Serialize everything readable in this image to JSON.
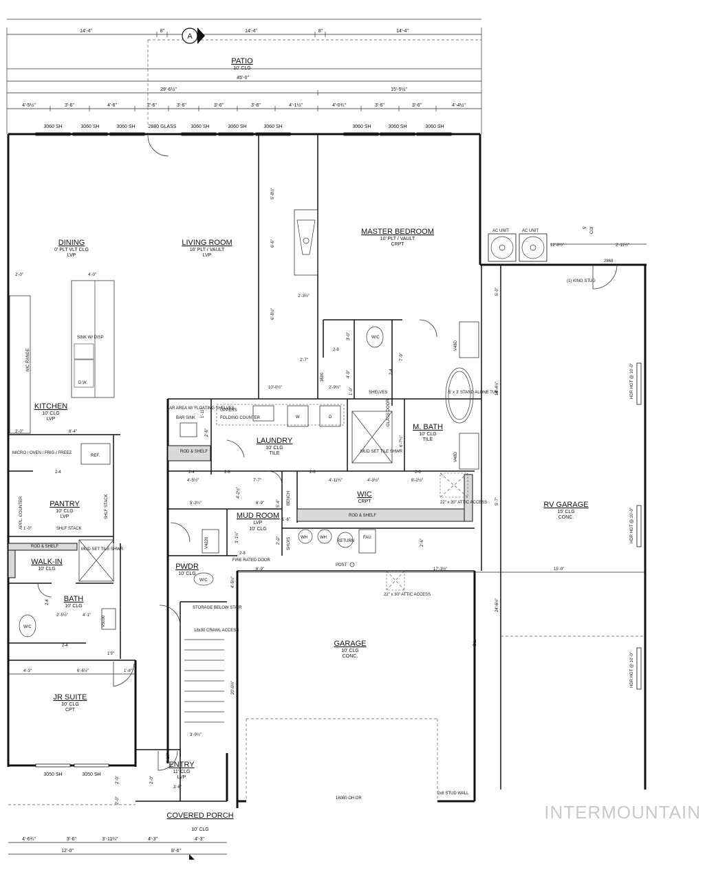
{
  "watermark": "INTERMOUNTAIN",
  "rooms": {
    "patio": {
      "name": "PATIO",
      "l1": "10' CLG"
    },
    "dining": {
      "name": "DINING",
      "l1": "0' PLT VLT CLG",
      "l2": "LVP"
    },
    "living": {
      "name": "LIVING ROOM",
      "l1": "10' PLT / VAULT",
      "l2": "LVP"
    },
    "master": {
      "name": "MASTER BEDROOM",
      "l1": "10' PLT / VAULT",
      "l2": "CRPT"
    },
    "kitchen": {
      "name": "KITCHEN",
      "l1": "10' CLG",
      "l2": "LVP"
    },
    "laundry": {
      "name": "LAUNDRY",
      "l1": "10' CLG",
      "l2": "TILE"
    },
    "mbath": {
      "name": "M. BATH",
      "l1": "10' CLG",
      "l2": "TILE"
    },
    "pantry": {
      "name": "PANTRY",
      "l1": "10' CLG",
      "l2": "LVP"
    },
    "wic": {
      "name": "WIC",
      "l1": "CRPT"
    },
    "mudroom": {
      "name": "MUD ROOM",
      "l1": "10' CLG",
      "l2": "LVP"
    },
    "rvgarage": {
      "name": "RV GARAGE",
      "l1": "15' CLG",
      "l2": "CONC."
    },
    "walkin": {
      "name": "WALK-IN",
      "l1": "10' CLG"
    },
    "pwdr": {
      "name": "PWDR",
      "l1": "10' CLG"
    },
    "bath": {
      "name": "BATH",
      "l1": "10' CLG"
    },
    "garage": {
      "name": "GARAGE",
      "l1": "10' CLG",
      "l2": "CONC."
    },
    "jrsuite": {
      "name": "JR SUITE",
      "l1": "10' CLG",
      "l2": "CPT"
    },
    "entry": {
      "name": "ENTRY",
      "l1": "11' CLG",
      "l2": "LVP"
    },
    "porch": {
      "name": "COVERED PORCH",
      "l1": "10' CLG"
    }
  },
  "top_dims": {
    "row1": [
      "14'-4\"",
      "8\"",
      "14'-4\"",
      "8\"",
      "14'-4\""
    ],
    "overall": "45'-0\"",
    "row2": [
      "29'-6½\"",
      "15'-5½\""
    ],
    "row3": [
      "4'-5½\"",
      "3'-6\"",
      "4'-6\"",
      "2'-6\"",
      "3'-6\"",
      "3'-6\"",
      "3'-6\"",
      "4'-1½\"",
      "4'-0¾\"",
      "3'-6\"",
      "3'-6\"",
      "4'-4½\""
    ]
  },
  "windows_top": [
    "3060 SH",
    "3060 SH",
    "3060 SH",
    "2880 GLASS",
    "3060 SH",
    "3060 SH",
    "3060 SH",
    "3060 SH",
    "3060 SH",
    "3060 SH"
  ],
  "windows_bottom": [
    "3050 SH",
    "3050 SH"
  ],
  "section_marker": "A",
  "labels": {
    "ac1": "AC UNIT",
    "ac2": "AC UNIT",
    "ac_dim": "12'-0½\"",
    "dim_2_11": "2'-11½\"",
    "door2868": "2868",
    "king_stud": "(1) KING STUD",
    "coi": "COI",
    "five": "5'",
    "range": "NIC RANGE",
    "sink_disp": "SINK W/ DISP",
    "dw": "D.W.",
    "island_w": "4'-0\"",
    "dim_2_0": "2'-0\"",
    "dim_8_4": "8'-4\"",
    "dim_2_0b": "2'-0\"",
    "micro": "MICRO / OVEN / FRIG / FREEZ",
    "ref": "REF.",
    "dim_2_4": "2-4",
    "appl": "APPL. COUNTER",
    "shlf_stack": "SHLF STACK",
    "shlf_stack2": "SHLF STACK",
    "dim_1_0": "1'-0\"",
    "rod_shelf1": "ROD & SHELF",
    "mud_shwr": "MUD SET TILE SHWR",
    "dim_2_5": "2'-5½\"",
    "dim_4_1": "4'-1\"",
    "v5030": "V5030",
    "dim_2_4b": "2-4",
    "dim_2_4c": "2-4",
    "dim_1_3": "1'3\"",
    "dim_4_3": "4'-3\"",
    "dim_6_6": "6'-6½\"",
    "dim_1_8": "1'-8\"",
    "bar_area": "BAR AREA W/ FLOATING SHELVES",
    "bar_sink": "BAR SINK",
    "dim_1_11": "1'-11\"",
    "dim_2_6": "2'-6\"",
    "rod_shelf2": "ROD & SHELF",
    "uppers": "UPPERS",
    "folding": "FOLDING COUNTER",
    "w": "W",
    "d": "D",
    "dim_2_4d": "2-4",
    "dim_2_8": "2-8",
    "dim_7_7": "7'-7\"",
    "dim_4_5": "4'-5½\"",
    "dim_4_2": "4'-2½\"",
    "dim_5_3": "5'-3½\"",
    "dim_6_9": "6'-9\"",
    "bench": "BENCH",
    "shlvs": "SHLVS",
    "dim_5_4": "5'-4\"",
    "dim_1_6": "1'-6\"",
    "dim_2_0c": "2'-0\"",
    "v4220": "V4220",
    "dim_3_1": "3'-1½\"",
    "dim_2_8b": "2-8",
    "fire_door": "FIRE RATED DOOR",
    "wh": "WH",
    "wh2": "WH",
    "return": "RETURN",
    "fau": "FAU",
    "dim_2_6b": "2'-6\"",
    "post": "POST",
    "dim_6_9b": "6'-9\"",
    "dim_17_3": "17'-3½\"",
    "dim_15_0": "15'-0\"",
    "attic": "22\" x 30\" ATTIC ACCESS",
    "wc1": "W/C",
    "wc2": "W/C",
    "wc3": "W/C",
    "dim_5_8": "5'-8½\"",
    "dim_6_6b": "6'-6\"",
    "dim_6_8": "6'-8½\"",
    "dim_2_3": "2'-3½\"",
    "dim_2_7": "2'-7\"",
    "dim_10_0": "10'-0½\"",
    "dim_2_9": "2'-9½\"",
    "dim_1_0b": "1'-0\"",
    "dim_3_0": "3'-0\"",
    "dim_4_9": "4'-9\"",
    "dim_2_8c": "2-8",
    "n3690": "3690",
    "shelves": "SHELVES",
    "glass_door": "GLASS DOOR",
    "mud_shwr2": "MUD SET TILE SHWR",
    "dim_7_9": "7'-9\"",
    "dim_2_4e": "2-4",
    "dim_6_7": "6'-7½\"",
    "v48d": "V48D",
    "v48d2": "V48D",
    "tub": "5' x 3' STAND ALONE TUB",
    "dim_2_6c": "2-6",
    "dim_2_6d": "2-6",
    "dim_4_11": "4'-11½\"",
    "dim_4_3b": "4'-3½\"",
    "dim_8_2": "8'-2½\"",
    "rod_shelf3": "ROD & SHELF",
    "attic2": "22\" x 30\" ATTIC ACCESS",
    "dim_5_0": "5'-0\"",
    "dim_14_4": "14'-4½\"",
    "dim_5_7": "5'-7\"",
    "dim_24_6": "24'-6½\"",
    "hdr1": "HDR HGT @ 10'-0\"",
    "hdr2": "HDR HGT @ 10'-0\"",
    "hdr3": "HDR HGT @ 10'-0\"",
    "cl": "C.L.",
    "dim_4_5b": "4'-5½\"",
    "storage": "STORAGE BELOW STAIR",
    "crawl": "18x30 CRAWL ACCESS",
    "dim_20_0": "20'-0½\"",
    "dim_3_9": "3'-9½\"",
    "dim_4_10": "4'-10\"",
    "dim_2_0d": "2'-0\"",
    "dim_3_6": "3'-6\"",
    "oh_dr": "16080 OH DR",
    "stud_wall": "2x8 STUD WALL",
    "dim_2_0e": "2'-0\"",
    "dim_2_0f": "2'-0\"",
    "bot1": "4'-6¾\"",
    "bot2": "3'-6\"",
    "bot3": "3'-11¼\"",
    "bot4": "4'-3\"",
    "bot5": "4'-3\"",
    "bot_total1": "12'-0\"",
    "bot_total2": "8'-6\""
  }
}
